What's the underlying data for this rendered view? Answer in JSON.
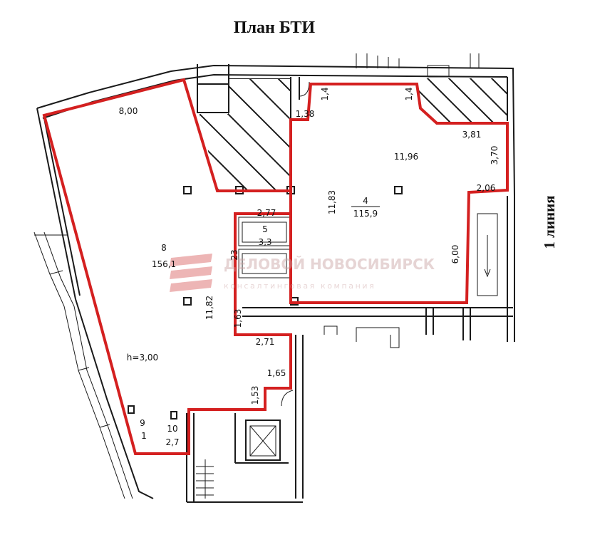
{
  "title": "План БТИ",
  "street": "1 линия",
  "watermark": {
    "name": "ДЕЛОВОЙ НОВОСИБИРСК",
    "subtitle": "консалтинговая компания"
  },
  "rooms": {
    "r8_number": "8",
    "r8_area": "156,1",
    "r8_height": "h=3,00",
    "r8_width": "8,00",
    "r8_length": "11,82",
    "r4_number": "4",
    "r4_area": "115,9",
    "r4_width": "11,96",
    "r4_length": "11,83",
    "r5_number": "5",
    "r5_area": "3,3",
    "r9_number": "9",
    "r9_area": "1",
    "r10_number": "10",
    "r10_area": "2,7"
  },
  "dimensions": {
    "d_1_38": "1,38",
    "d_1_4a": "1,4",
    "d_1_4b": "1,4",
    "d_3_81": "3,81",
    "d_3_70": "3,70",
    "d_2_06": "2,06",
    "d_6_00": "6,00",
    "d_2_77": "2,77",
    "d_23": "23",
    "d_1_63": "1,63",
    "d_2_71": "2,71",
    "d_1_65": "1,65",
    "d_1_53": "1,53"
  },
  "colors": {
    "outline": "#d42020",
    "walls": "#1a1a1a",
    "watermark_logo": "#e07a7a"
  }
}
